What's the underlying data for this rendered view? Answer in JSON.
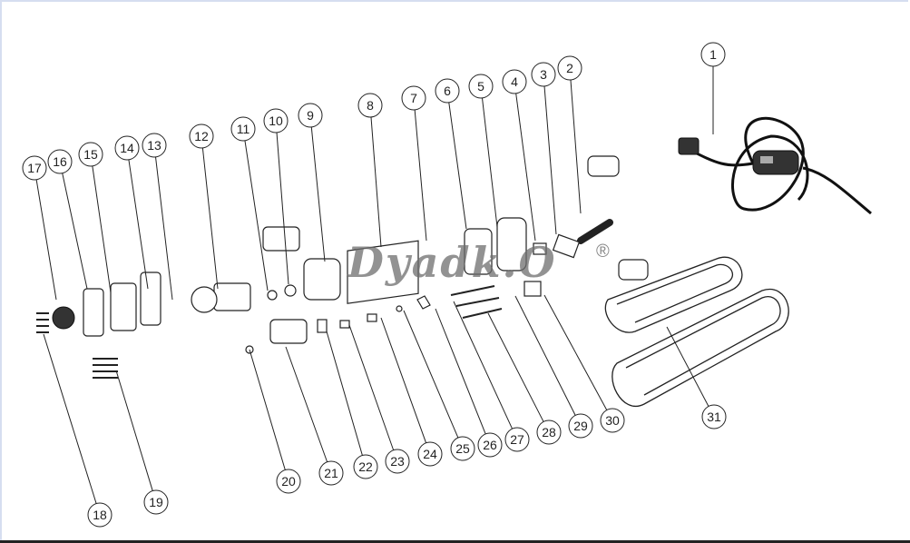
{
  "diagram": {
    "title": "Exploded parts view",
    "watermark": "Dyadk.O",
    "registered_mark": "®",
    "callouts": [
      "1",
      "2",
      "3",
      "4",
      "5",
      "6",
      "7",
      "8",
      "9",
      "10",
      "11",
      "12",
      "13",
      "14",
      "15",
      "16",
      "17",
      "18",
      "19",
      "20",
      "21",
      "22",
      "23",
      "24",
      "25",
      "26",
      "27",
      "28",
      "29",
      "30",
      "31"
    ]
  }
}
